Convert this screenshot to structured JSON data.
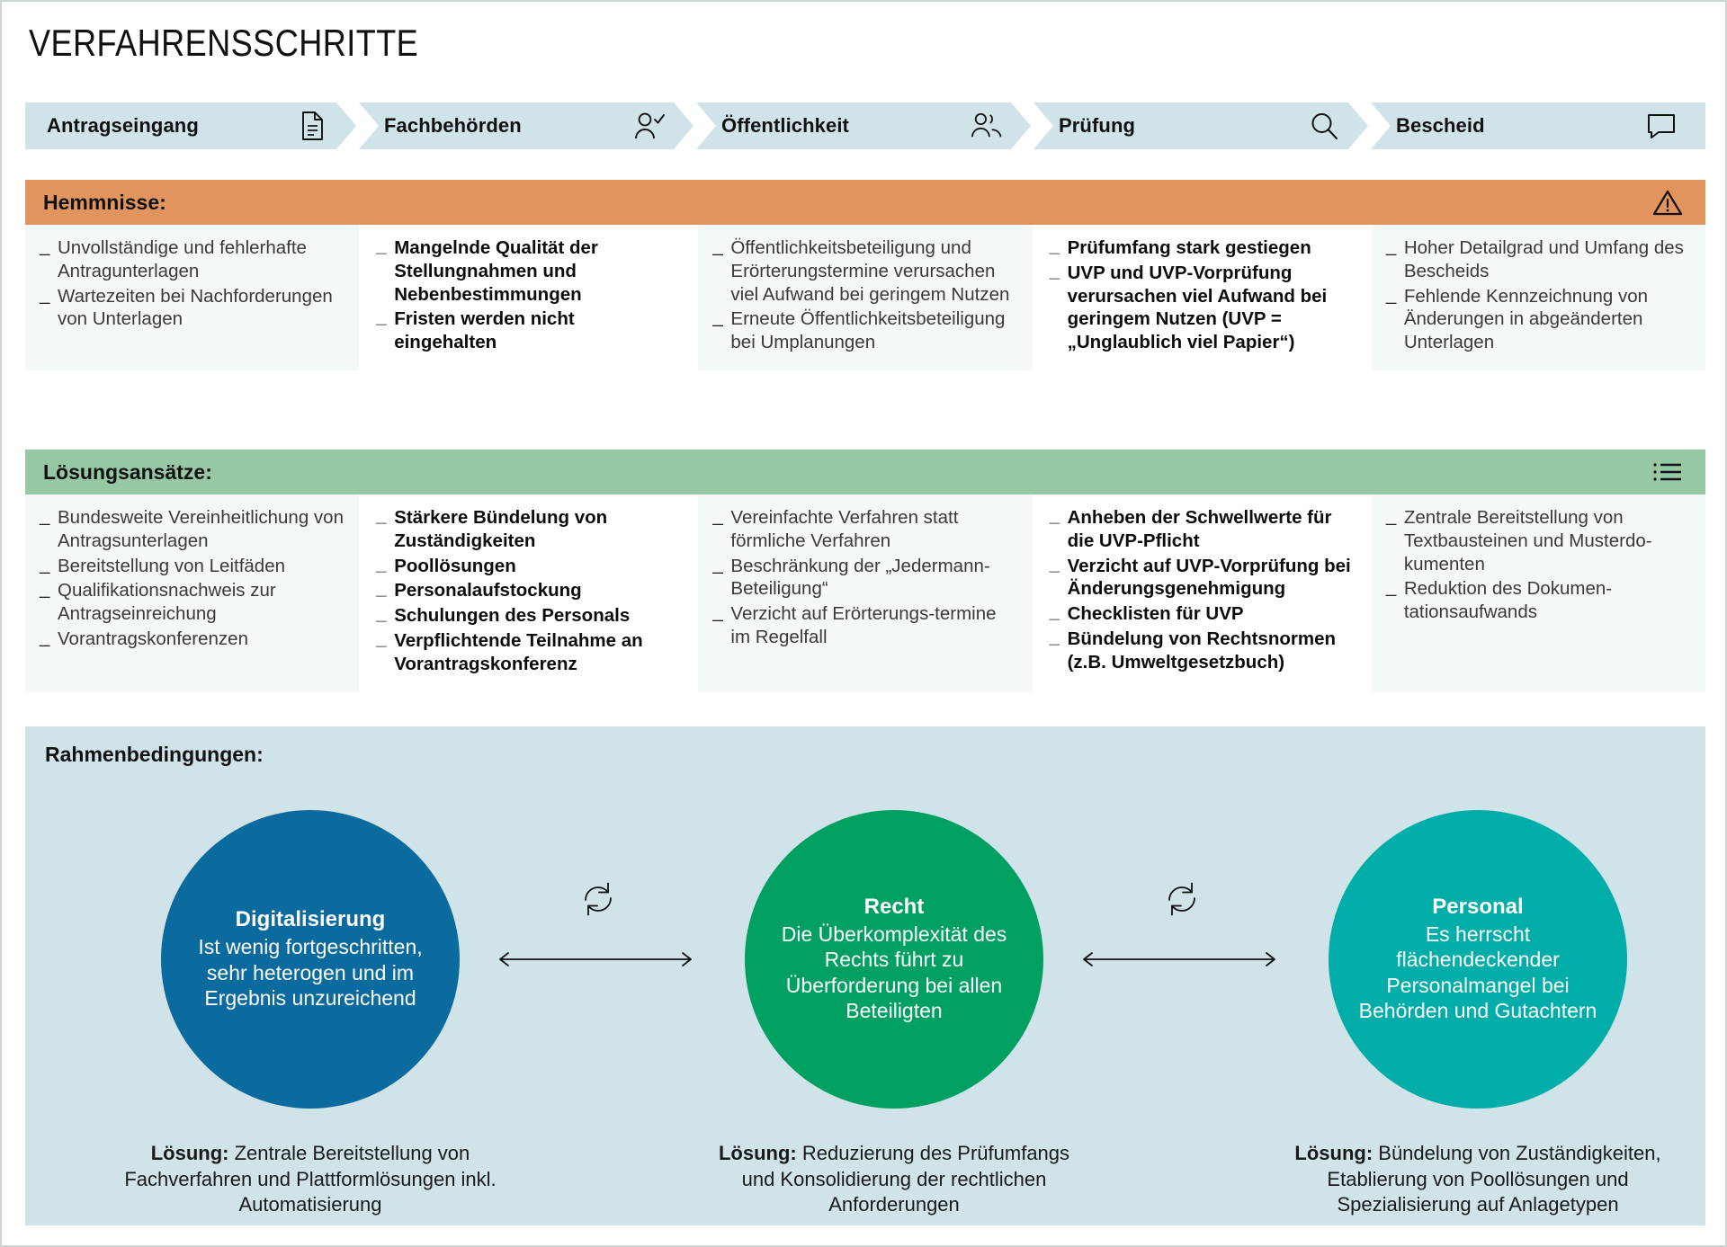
{
  "page": {
    "title": "VERFAHRENSSCHRITTE"
  },
  "steps": [
    {
      "label": "Antragseingang",
      "icon": "document-icon"
    },
    {
      "label": "Fachbehörden",
      "icon": "user-check-icon"
    },
    {
      "label": "Öffentlichkeit",
      "icon": "users-group-icon"
    },
    {
      "label": "Prüfung",
      "icon": "magnifier-icon"
    },
    {
      "label": "Bescheid",
      "icon": "speech-bubble-icon"
    }
  ],
  "obstacles": {
    "band_title": "Hemmnisse:",
    "band_color": "#e2945f",
    "band_icon": "warning-triangle-icon",
    "columns": [
      {
        "emphasis": "regular",
        "items": [
          "Unvollständige und fehlerhafte Antragunterlagen",
          "Wartezeiten bei Nachforderungen von Unterlagen"
        ]
      },
      {
        "emphasis": "bold",
        "items": [
          "Mangelnde Qualität der Stellungnahmen und Nebenbestimmungen",
          "Fristen werden nicht eingehalten"
        ]
      },
      {
        "emphasis": "regular",
        "items": [
          "Öffentlichkeitsbeteiligung und Erörterungstermine verursachen viel Aufwand bei geringem Nutzen",
          "Erneute Öffentlichkeitsbeteiligung bei Umplanungen"
        ]
      },
      {
        "emphasis": "bold",
        "items": [
          "Prüfumfang stark gestiegen",
          "UVP und UVP-Vorprüfung verursachen viel Aufwand bei geringem Nutzen (UVP = „Unglaublich viel Papier“)"
        ]
      },
      {
        "emphasis": "regular",
        "items": [
          "Hoher Detailgrad und Umfang des Bescheids",
          "Fehlende Kennzeichnung von Änderungen in abgeänderten Unterlagen"
        ]
      }
    ]
  },
  "solutions": {
    "band_title": "Lösungsansätze:",
    "band_color": "#95c8a3",
    "band_icon": "checklist-icon",
    "columns": [
      {
        "emphasis": "regular",
        "items": [
          "Bundesweite Vereinheitlichung von Antragsunterlagen",
          "Bereitstellung von Leitfäden",
          "Qualifikationsnachweis zur Antragseinreichung",
          "Vorantragskonferenzen"
        ]
      },
      {
        "emphasis": "bold",
        "items": [
          "Stärkere Bündelung von Zuständigkeiten",
          "Poollösungen",
          "Personalaufstockung",
          "Schulungen des Personals",
          "Verpflichtende Teilnahme an Vorantragskonferenz"
        ]
      },
      {
        "emphasis": "regular",
        "items": [
          "Vereinfachte Verfahren statt förmliche Verfahren",
          "Beschränkung der „Jedermann-Beteiligung“",
          "Verzicht auf Erörterungs-termine im Regelfall"
        ]
      },
      {
        "emphasis": "bold",
        "items": [
          "Anheben der Schwellwerte für die UVP-Pflicht",
          "Verzicht auf UVP-Vorprüfung bei Änderungsgenehmigung",
          "Checklisten für UVP",
          "Bündelung von Rechtsnormen (z.B. Umweltgesetzbuch)"
        ]
      },
      {
        "emphasis": "regular",
        "items": [
          "Zentrale Bereitstellung von Textbausteinen und Musterdo-kumenten",
          "Reduktion des Dokumen-tationsaufwands"
        ]
      }
    ]
  },
  "conditions": {
    "title": "Rahmenbedingungen:",
    "background_color": "#cfe3e8",
    "circles": [
      {
        "name": "Digitalisierung",
        "description": "Ist wenig fortgeschritten, sehr heterogen und im Ergebnis unzureichend",
        "color": "#0b6a9e",
        "caption_label": "Lösung:",
        "caption_text": " Zentrale Bereitstellung von Fachverfahren und Plattformlösungen inkl. Automatisierung"
      },
      {
        "name": "Recht",
        "description": "Die Überkomplexität des Rechts führt zu Überforderung bei allen Beteiligten",
        "color": "#00a063",
        "caption_label": "Lösung:",
        "caption_text": " Reduzierung des Prüfumfangs und Konsolidierung der rechtlichen Anforderungen"
      },
      {
        "name": "Personal",
        "description": "Es herrscht flächendeckender Personalmangel bei Behörden und Gutachtern",
        "color": "#00ada8",
        "caption_label": "Lösung:",
        "caption_text": " Bündelung von Zuständigkeiten, Etablierung von Poollösungen und Spezialisierung auf Anlagetypen"
      }
    ],
    "connectors": [
      {
        "cycle_icon": "refresh-cycle-icon",
        "arrow_icon": "double-arrow-icon"
      },
      {
        "cycle_icon": "refresh-cycle-icon",
        "arrow_icon": "double-arrow-icon"
      }
    ]
  }
}
